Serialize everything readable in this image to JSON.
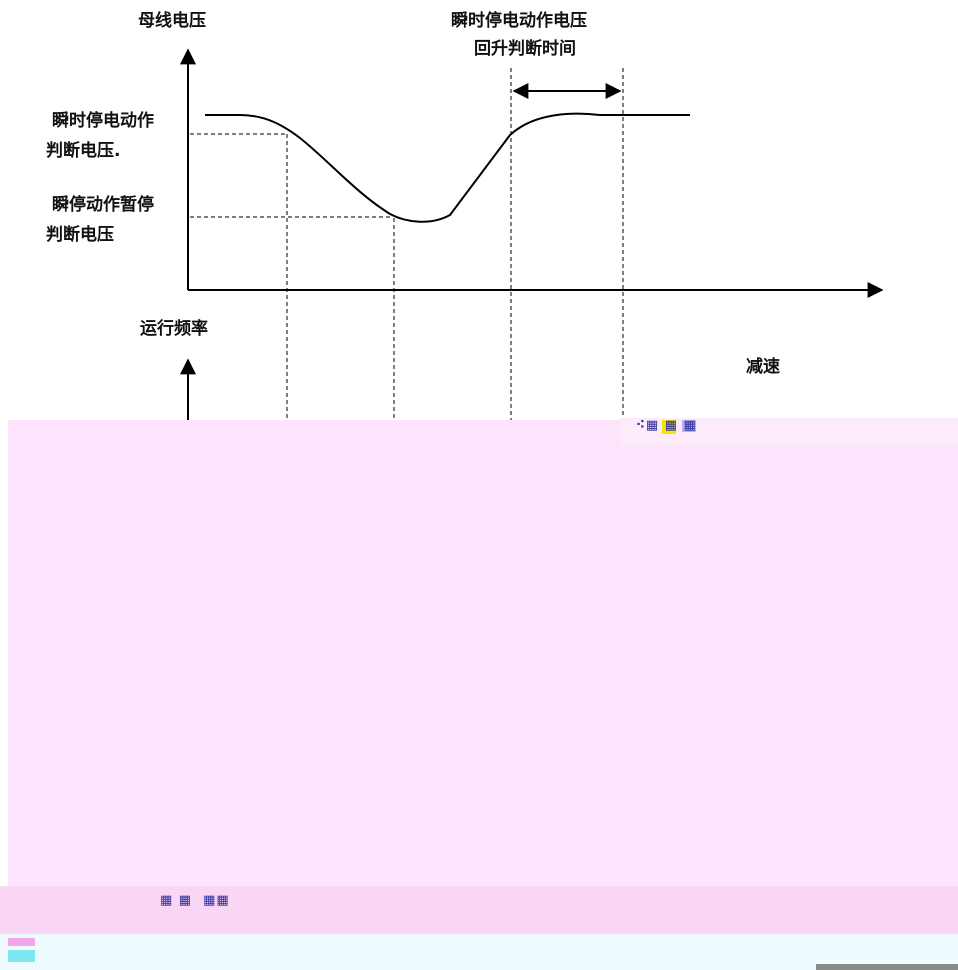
{
  "labels": {
    "bus_voltage": "母线电压",
    "trip_voltage_line1": "瞬时停电动作",
    "trip_voltage_line2": "判断电压.",
    "pause_voltage_line1": "瞬停动作暂停",
    "pause_voltage_line2": "判断电压",
    "recovery_line1": "瞬时停电动作电压",
    "recovery_line2": "回升判断时间",
    "run_frequency": "运行频率",
    "decelerate": "减速"
  },
  "colors": {
    "corrupt_pink": "#fde3fb",
    "corrupt_pink_strong": "#f9c8f3",
    "corrupt_cyan": "#eefcff",
    "gray_bar": "#8a8a8a"
  }
}
